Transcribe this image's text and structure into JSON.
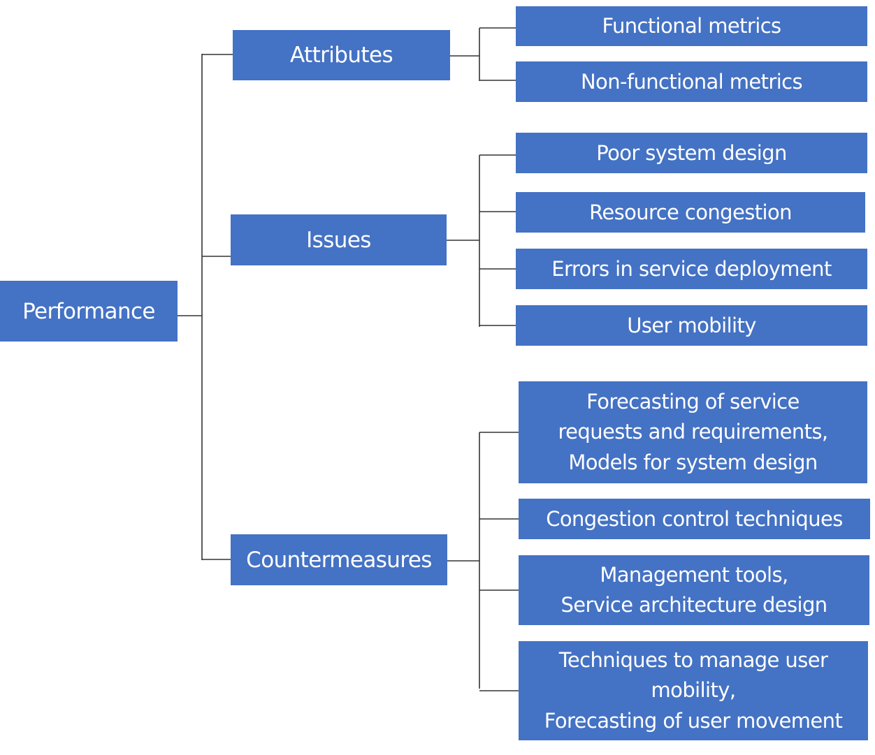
{
  "root": {
    "label": "Performance"
  },
  "branches": [
    {
      "label": "Attributes",
      "children": [
        "Functional metrics",
        "Non-functional metrics"
      ]
    },
    {
      "label": "Issues",
      "children": [
        "Poor system design",
        "Resource congestion",
        "Errors in service deployment",
        "User mobility"
      ]
    },
    {
      "label": "Countermeasures",
      "children": [
        "Forecasting of service\nrequests and requirements,\nModels for system design",
        "Congestion control techniques",
        "Management tools,\nService architecture design",
        "Techniques to manage user\nmobility,\nForecasting of user movement"
      ]
    }
  ],
  "colors": {
    "box_fill": "#4472C4",
    "text": "#FFFFFF",
    "connector": "#333333"
  }
}
